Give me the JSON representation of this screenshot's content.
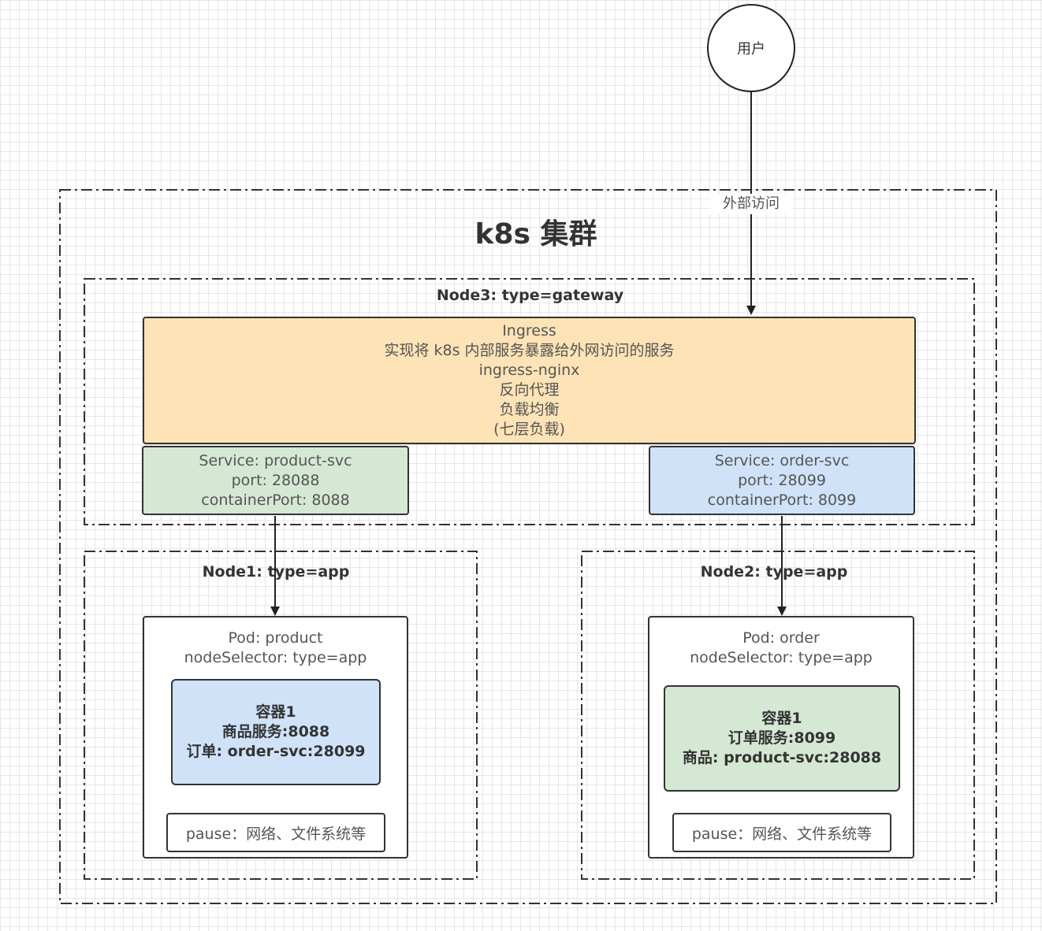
{
  "user": {
    "label": "用户"
  },
  "edge": {
    "label": "外部访问"
  },
  "cluster": {
    "title": "k8s 集群"
  },
  "node3": {
    "title": "Node3: type=gateway"
  },
  "ingress": {
    "lines": [
      "Ingress",
      "实现将 k8s 内部服务暴露给外网访问的服务",
      "ingress-nginx",
      "反向代理",
      "负载均衡",
      "(七层负载)"
    ]
  },
  "service_product": {
    "lines": [
      "Service: product-svc",
      "port: 28088",
      "containerPort: 8088"
    ]
  },
  "service_order": {
    "lines": [
      "Service: order-svc",
      "port: 28099",
      "containerPort: 8099"
    ]
  },
  "node1": {
    "title": "Node1: type=app"
  },
  "node2": {
    "title": "Node2: type=app"
  },
  "pod_product": {
    "lines": [
      "Pod: product",
      "nodeSelector: type=app"
    ],
    "container": [
      "容器1",
      "商品服务:8088",
      "订单: order-svc:28099"
    ],
    "pause": "pause：网络、文件系统等"
  },
  "pod_order": {
    "lines": [
      "Pod: order",
      "nodeSelector: type=app"
    ],
    "container": [
      "容器1",
      "订单服务:8099",
      "商品: product-svc:28088"
    ],
    "pause": "pause：网络、文件系统等"
  },
  "colors": {
    "ingress": "#fde3b6",
    "green": "#d5e8d4",
    "blue": "#cfe2f8",
    "stroke": "#333333"
  }
}
